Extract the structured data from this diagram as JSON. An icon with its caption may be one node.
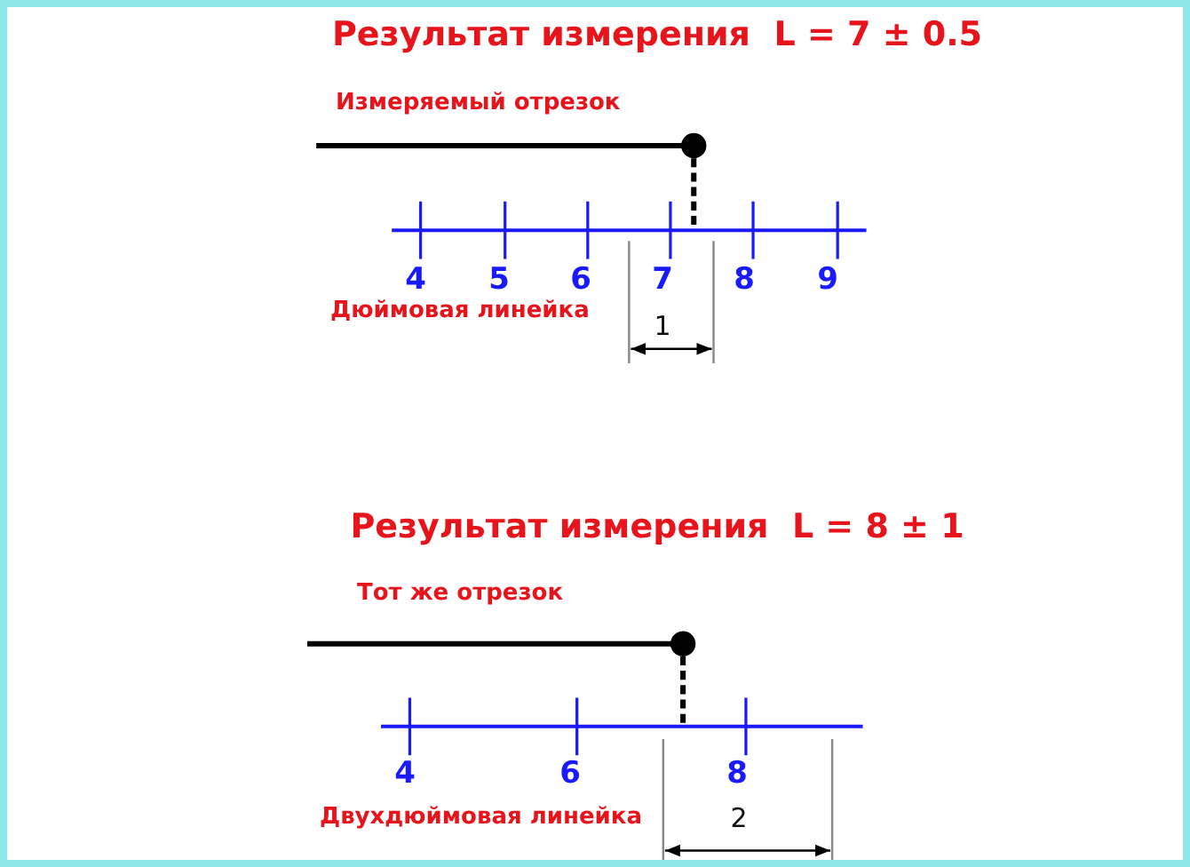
{
  "diagram": {
    "labels": [
      "Результат измерения  L = 7 ± 0.5",
      "Измеряемый отрезок",
      "4",
      "5",
      "6",
      "7",
      "8",
      "9",
      "Дюймовая линейка",
      "1",
      "Результат измерения  L = 8 ± 1",
      "Тот же отрезок",
      "4",
      "6",
      "8",
      "Двухдюймовая линейка",
      "2"
    ]
  }
}
